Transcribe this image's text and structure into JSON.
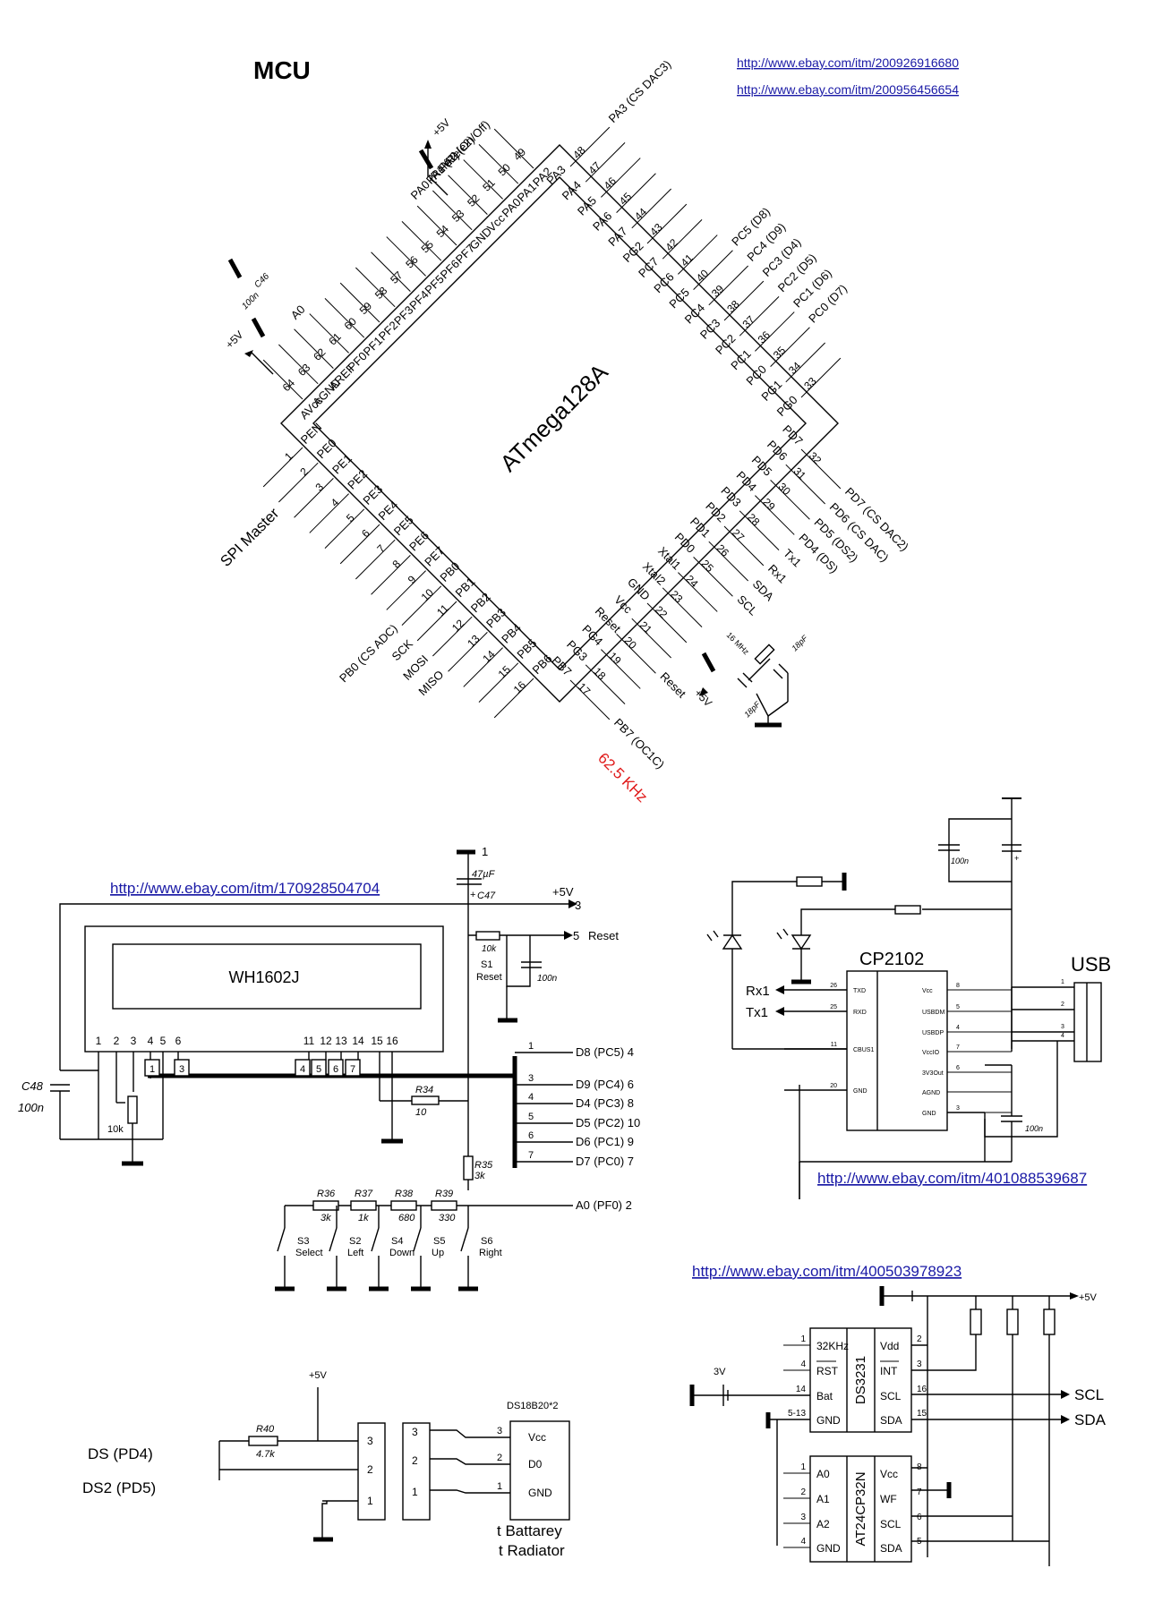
{
  "mcu": {
    "heading": "MCU",
    "chip_name": "ATmega128A",
    "spi_master": "SPI Master",
    "freq_label": "62.5 KHz",
    "crystal": "16 MHz",
    "cap_18pf_a": "18pF",
    "cap_18pf_b": "18pF",
    "c46": "C46",
    "c46_val": "100n",
    "plus5v_a": "+5V",
    "plus5v_b": "+5V",
    "plus5v_c": "+5V",
    "top_side": [
      {
        "num": "64",
        "pin": "AVcc",
        "sig": ""
      },
      {
        "num": "63",
        "pin": "AGND",
        "sig": ""
      },
      {
        "num": "62",
        "pin": "AREF",
        "sig": ""
      },
      {
        "num": "61",
        "pin": "PF0",
        "sig": "A0"
      },
      {
        "num": "60",
        "pin": "PF1",
        "sig": ""
      },
      {
        "num": "59",
        "pin": "PF2",
        "sig": ""
      },
      {
        "num": "58",
        "pin": "PF3",
        "sig": ""
      },
      {
        "num": "57",
        "pin": "PF4",
        "sig": ""
      },
      {
        "num": "56",
        "pin": "PF5",
        "sig": ""
      },
      {
        "num": "55",
        "pin": "PF6",
        "sig": ""
      },
      {
        "num": "54",
        "pin": "PF7",
        "sig": ""
      },
      {
        "num": "53",
        "pin": "GND",
        "sig": ""
      },
      {
        "num": "52",
        "pin": "Vcc",
        "sig": ""
      },
      {
        "num": "51",
        "pin": "PA0",
        "sig": "PA0 (Rele1)"
      },
      {
        "num": "50",
        "pin": "PA1",
        "sig": "PA1 (Rele2)"
      },
      {
        "num": "49",
        "pin": "PA2",
        "sig": "PA2 (On/Off)"
      }
    ],
    "right_top_side": [
      {
        "num": "48",
        "pin": "PA3",
        "sig": "PA3 (CS DAC3)"
      },
      {
        "num": "47",
        "pin": "PA4",
        "sig": ""
      },
      {
        "num": "46",
        "pin": "PA5",
        "sig": ""
      },
      {
        "num": "45",
        "pin": "PA6",
        "sig": ""
      },
      {
        "num": "44",
        "pin": "PA7",
        "sig": ""
      },
      {
        "num": "43",
        "pin": "PG2",
        "sig": ""
      },
      {
        "num": "42",
        "pin": "PC7",
        "sig": ""
      },
      {
        "num": "41",
        "pin": "PC6",
        "sig": ""
      },
      {
        "num": "40",
        "pin": "PC5",
        "sig": "PC5 (D8)"
      },
      {
        "num": "39",
        "pin": "PC4",
        "sig": "PC4 (D9)"
      },
      {
        "num": "38",
        "pin": "PC3",
        "sig": "PC3 (D4)"
      },
      {
        "num": "37",
        "pin": "PC2",
        "sig": "PC2 (D5)"
      },
      {
        "num": "36",
        "pin": "PC1",
        "sig": "PC1 (D6)"
      },
      {
        "num": "35",
        "pin": "PC0",
        "sig": "PC0 (D7)"
      },
      {
        "num": "34",
        "pin": "PG1",
        "sig": ""
      },
      {
        "num": "33",
        "pin": "PG0",
        "sig": ""
      }
    ],
    "left_side": [
      {
        "num": "1",
        "pin": "PEN",
        "sig": ""
      },
      {
        "num": "2",
        "pin": "PE0",
        "sig": ""
      },
      {
        "num": "3",
        "pin": "PE1",
        "sig": ""
      },
      {
        "num": "4",
        "pin": "PE2",
        "sig": ""
      },
      {
        "num": "5",
        "pin": "PE3",
        "sig": ""
      },
      {
        "num": "6",
        "pin": "PE4",
        "sig": ""
      },
      {
        "num": "7",
        "pin": "PE5",
        "sig": ""
      },
      {
        "num": "8",
        "pin": "PE6",
        "sig": ""
      },
      {
        "num": "9",
        "pin": "PE7",
        "sig": ""
      },
      {
        "num": "10",
        "pin": "PB0",
        "sig": "PB0 (CS ADC)"
      },
      {
        "num": "11",
        "pin": "PB1",
        "sig": "SCK"
      },
      {
        "num": "12",
        "pin": "PB2",
        "sig": "MOSI"
      },
      {
        "num": "13",
        "pin": "PB3",
        "sig": "MISO"
      },
      {
        "num": "14",
        "pin": "PB4",
        "sig": ""
      },
      {
        "num": "15",
        "pin": "PB5",
        "sig": ""
      },
      {
        "num": "16",
        "pin": "PB6",
        "sig": ""
      }
    ],
    "bottom_side": [
      {
        "num": "17",
        "pin": "PB7",
        "sig": "PB7 (OC1C)"
      },
      {
        "num": "18",
        "pin": "PG3",
        "sig": ""
      },
      {
        "num": "19",
        "pin": "PG4",
        "sig": ""
      },
      {
        "num": "20",
        "pin": "Reset",
        "sig": "Reset"
      },
      {
        "num": "21",
        "pin": "Vcc",
        "sig": ""
      },
      {
        "num": "22",
        "pin": "GND",
        "sig": ""
      },
      {
        "num": "23",
        "pin": "Xtal2",
        "sig": ""
      },
      {
        "num": "24",
        "pin": "Xtal1",
        "sig": ""
      },
      {
        "num": "25",
        "pin": "PD0",
        "sig": "SCL"
      },
      {
        "num": "26",
        "pin": "PD1",
        "sig": "SDA"
      },
      {
        "num": "27",
        "pin": "PD2",
        "sig": "Rx1"
      },
      {
        "num": "28",
        "pin": "PD3",
        "sig": "Tx1"
      },
      {
        "num": "29",
        "pin": "PD4",
        "sig": "PD4 (DS)"
      },
      {
        "num": "30",
        "pin": "PD5",
        "sig": "PD5 (DS2)"
      },
      {
        "num": "31",
        "pin": "PD6",
        "sig": "PD6 (CS DAC)"
      },
      {
        "num": "32",
        "pin": "PD7",
        "sig": "PD7 (CS DAC2)"
      }
    ]
  },
  "links": {
    "mcu_1": "http://www.ebay.com/itm/200926916680",
    "mcu_2": "http://www.ebay.com/itm/200956456654",
    "lcd": "http://www.ebay.com/itm/170928504704",
    "usb": "http://www.ebay.com/itm/401088539687",
    "rtc": "http://www.ebay.com/itm/400503978923"
  },
  "lcd": {
    "module": "WH1602J",
    "pins": [
      "1",
      "2",
      "3",
      "4",
      "5",
      "6",
      "11",
      "12",
      "13",
      "14",
      "15",
      "16"
    ],
    "bus_nums": [
      "1",
      "3",
      "4",
      "5",
      "6",
      "7"
    ],
    "c48": "C48",
    "c48_val": "100n",
    "pot_val": "10k",
    "c47": "C47",
    "c47_val": "47µF",
    "c47_plus": "+",
    "top_num": "1",
    "plus5v": "+5V",
    "plus5v_num": "3",
    "r_reset_val": "10k",
    "reset_num": "5",
    "reset_label": "Reset",
    "s1": "S1",
    "s1_sub": "Reset",
    "c_reset_val": "100n",
    "r34": "R34",
    "r34_val": "10",
    "r35": "R35",
    "r35_val": "3k",
    "data_lines": [
      {
        "num": "1",
        "label": "D8 (PC5) 4"
      },
      {
        "num": "3",
        "label": "D9 (PC4) 6"
      },
      {
        "num": "4",
        "label": "D4 (PC3) 8"
      },
      {
        "num": "5",
        "label": "D5 (PC2) 10"
      },
      {
        "num": "6",
        "label": "D6 (PC1) 9"
      },
      {
        "num": "7",
        "label": "D7 (PC0) 7"
      }
    ],
    "a0_label": "A0 (PF0) 2",
    "ladder": [
      {
        "r": "R36",
        "v": "3k"
      },
      {
        "r": "R37",
        "v": "1k"
      },
      {
        "r": "R38",
        "v": "680"
      },
      {
        "r": "R39",
        "v": "330"
      }
    ],
    "switches": [
      {
        "s": "S3",
        "n": "Select"
      },
      {
        "s": "S2",
        "n": "Left"
      },
      {
        "s": "S4",
        "n": "Down"
      },
      {
        "s": "S5",
        "n": "Up"
      },
      {
        "s": "S6",
        "n": "Right"
      }
    ]
  },
  "usb": {
    "chip": "CP2102",
    "connector": "USB",
    "cap_top": "100n",
    "cap_plus": "+",
    "cap_3v3": "100n",
    "rx1": "Rx1",
    "tx1": "Tx1",
    "left_pins": [
      {
        "n": "26",
        "p": "TXD"
      },
      {
        "n": "25",
        "p": "RXD"
      },
      {
        "n": "11",
        "p": "CBUS1"
      },
      {
        "n": "20",
        "p": "GND"
      }
    ],
    "right_pins": [
      {
        "n": "8",
        "p": "Vcc"
      },
      {
        "n": "5",
        "p": "USBDM"
      },
      {
        "n": "4",
        "p": "USBDP"
      },
      {
        "n": "7",
        "p": "VccIO"
      },
      {
        "n": "6",
        "p": "3V3Out"
      },
      {
        "n": "",
        "p": "AGND"
      },
      {
        "n": "3",
        "p": "GND"
      }
    ],
    "conn_pins": [
      "1",
      "2",
      "3",
      "4"
    ]
  },
  "temp": {
    "r40": "R40",
    "r40_val": "4.7k",
    "plus5v": "+5V",
    "ds": "DS (PD4)",
    "ds2": "DS2 (PD5)",
    "conn_a": [
      "3",
      "2",
      "1"
    ],
    "conn_b": [
      "3",
      "2",
      "1"
    ],
    "sensor_title": "DS18B20*2",
    "sensor_pins": [
      {
        "n": "3",
        "p": "Vcc"
      },
      {
        "n": "2",
        "p": "D0"
      },
      {
        "n": "1",
        "p": "GND"
      }
    ],
    "note1": "t Battarey",
    "note2": "t Radiator"
  },
  "rtc": {
    "plus5v": "+5V",
    "bat": "3V",
    "scl": "SCL",
    "sda": "SDA",
    "ds3231": {
      "name": "DS3231",
      "left": [
        {
          "n": "1",
          "p": "32KHz"
        },
        {
          "n": "4",
          "p": "RST"
        },
        {
          "n": "14",
          "p": "Bat"
        },
        {
          "n": "5-13",
          "p": "GND"
        }
      ],
      "right": [
        {
          "n": "2",
          "p": "Vdd"
        },
        {
          "n": "3",
          "p": "INT"
        },
        {
          "n": "16",
          "p": "SCL"
        },
        {
          "n": "15",
          "p": "SDA"
        }
      ]
    },
    "eeprom": {
      "name": "AT24CP32N",
      "left": [
        {
          "n": "1",
          "p": "A0"
        },
        {
          "n": "2",
          "p": "A1"
        },
        {
          "n": "3",
          "p": "A2"
        },
        {
          "n": "4",
          "p": "GND"
        }
      ],
      "right": [
        {
          "n": "8",
          "p": "Vcc"
        },
        {
          "n": "7",
          "p": "WF"
        },
        {
          "n": "6",
          "p": "SCL"
        },
        {
          "n": "5",
          "p": "SDA"
        }
      ]
    }
  }
}
